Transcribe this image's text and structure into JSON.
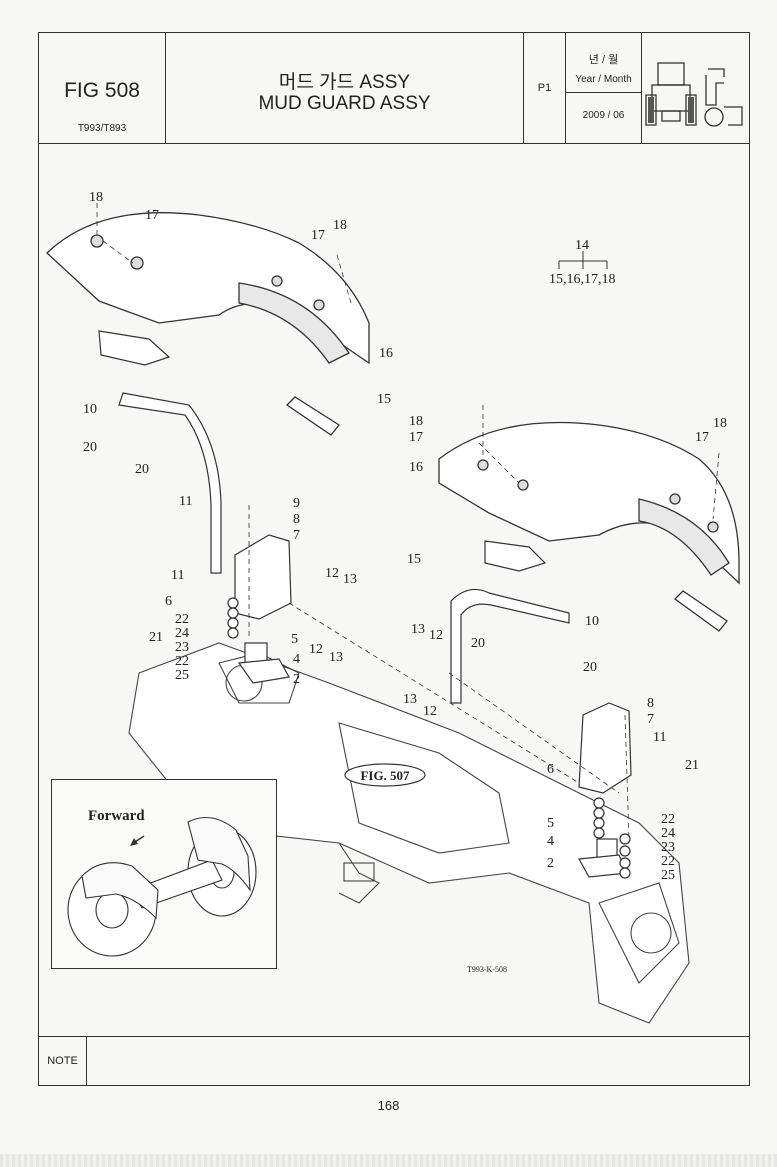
{
  "header": {
    "fig_number": "FIG 508",
    "models": "T993/T893",
    "title_kr": "머드 가드 ASSY",
    "title_en": "MUD GUARD ASSY",
    "page_code": "P1",
    "date_label_kr": "년 / 월",
    "date_label_en": "Year / Month",
    "date_value": "2009 / 06"
  },
  "diagram": {
    "callouts_left": [
      "18",
      "17",
      "17",
      "18",
      "16",
      "15",
      "10",
      "20",
      "20",
      "11",
      "9",
      "8",
      "7",
      "11",
      "12",
      "13",
      "6",
      "22",
      "24",
      "21",
      "23",
      "5",
      "22",
      "12",
      "13",
      "25",
      "4",
      "2"
    ],
    "callouts_right": [
      "18",
      "17",
      "16",
      "17",
      "18",
      "15",
      "10",
      "13",
      "12",
      "20",
      "20",
      "13",
      "12",
      "8",
      "7",
      "11",
      "6",
      "21",
      "5",
      "22",
      "4",
      "24",
      "23",
      "2",
      "22",
      "25"
    ],
    "kit_number": "14",
    "kit_contents": "15,16,17,18",
    "ref_figure": "FIG. 507",
    "inset_label": "Forward",
    "drawing_code": "T993-K-508"
  },
  "footer": {
    "note_label": "NOTE",
    "page_number": "168"
  }
}
